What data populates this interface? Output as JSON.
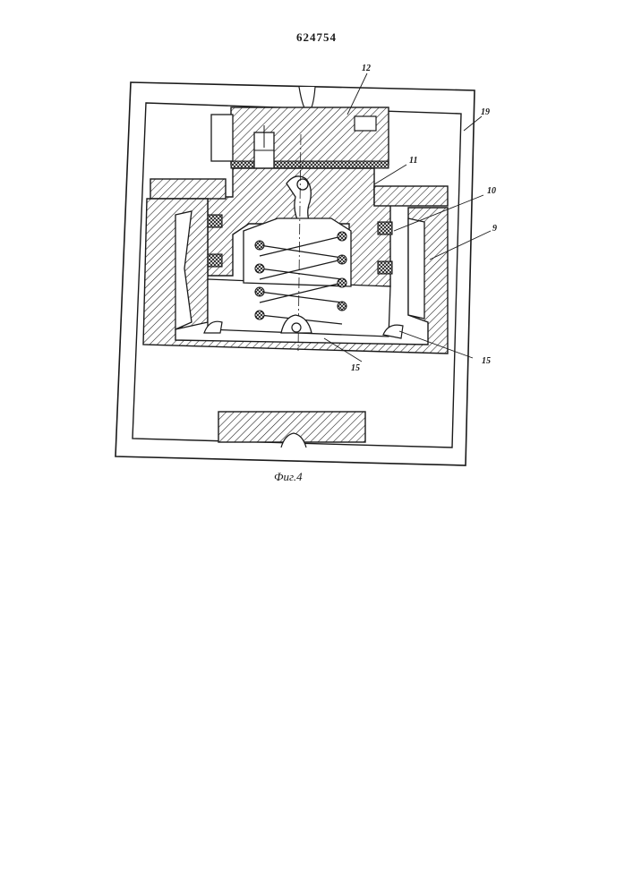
{
  "document": {
    "patent_number": "624754",
    "figure_caption": "Фиг.4"
  },
  "labels": {
    "l12": "12",
    "l19": "19",
    "l11": "11",
    "l10": "10",
    "l9": "9",
    "l15a": "15",
    "l15b": "15"
  }
}
